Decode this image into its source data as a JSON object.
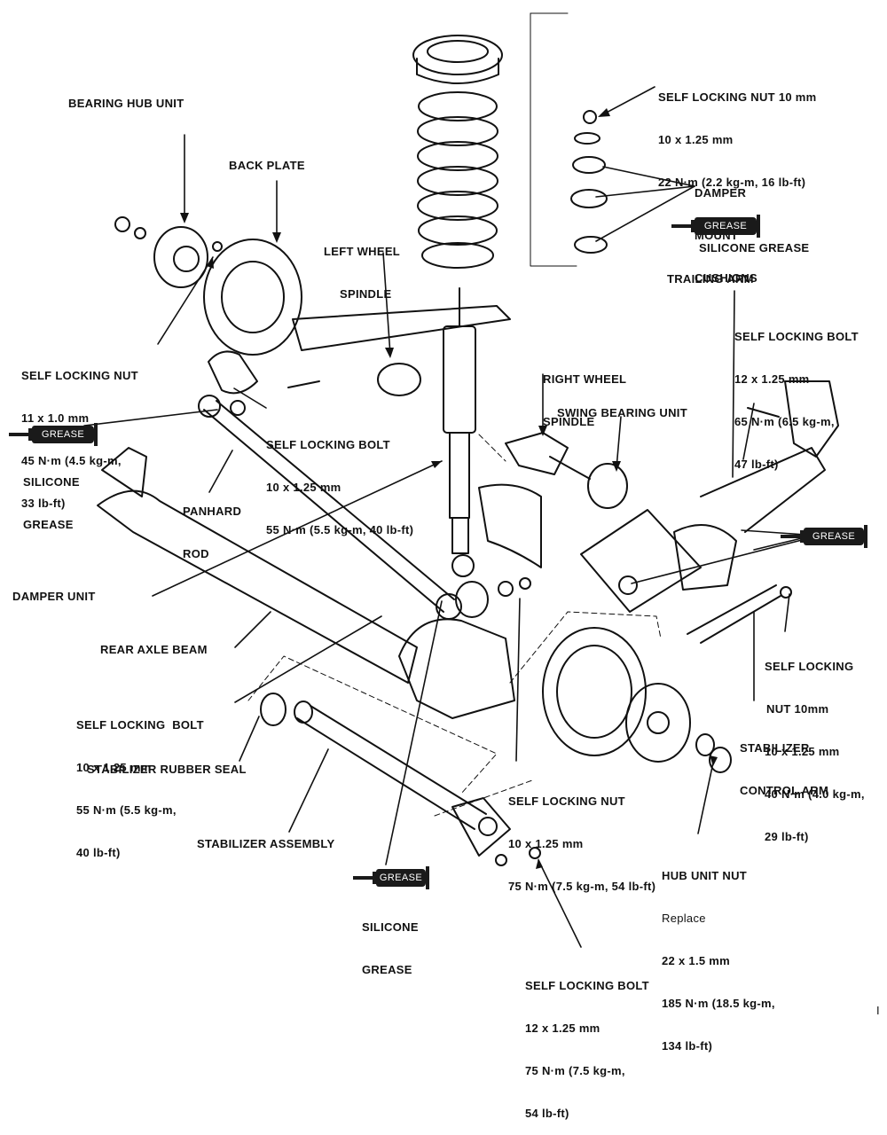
{
  "labels": {
    "bearing_hub_unit": "BEARING HUB UNIT",
    "back_plate": "BACK PLATE",
    "left_wheel_spindle": [
      "LEFT WHEEL",
      "SPINDLE"
    ],
    "self_locking_nut_10": [
      "SELF LOCKING NUT 10 mm",
      "10 x 1.25 mm",
      "22 N·m (2.2 kg-m, 16 lb-ft)"
    ],
    "damper_mount_cushions": [
      "DAMPER",
      "MOUNT",
      "CUSHIONS"
    ],
    "silicone_grease_top_right": "SILICONE GREASE",
    "trailing_arm": "TRAILING ARM",
    "self_locking_bolt_12_upper": [
      "SELF LOCKING BOLT",
      "12 x 1.25 mm",
      "65 N·m (6.5 kg-m,",
      "47 lb-ft)"
    ],
    "self_locking_nut_11": [
      "SELF LOCKING NUT",
      "11 x 1.0 mm",
      "45 N·m (4.5 kg-m,",
      "33 lb-ft)"
    ],
    "right_wheel_spindle": [
      "RIGHT WHEEL",
      "SPINDLE"
    ],
    "swing_bearing_unit": "SWING BEARING UNIT",
    "self_locking_bolt_10_mid": [
      "SELF LOCKING BOLT",
      "10 x 1.25 mm",
      "55 N·m (5.5 kg-m, 40 lb-ft)"
    ],
    "silicone_grease_left": [
      "SILICONE",
      "GREASE"
    ],
    "panhard_rod": [
      "PANHARD",
      "ROD"
    ],
    "damper_unit": "DAMPER UNIT",
    "rear_axle_beam": "REAR AXLE BEAM",
    "self_locking_nut_10mm_right": [
      "SELF LOCKING",
      "NUT 10mm",
      "10 x 1.25 mm",
      "40 N·m (4.0 kg-m,",
      "29 lb-ft)"
    ],
    "stabilizer_control_arm": [
      "STABILIZER",
      "CONTROL ARM"
    ],
    "self_locking_bolt_10_lower": [
      "SELF LOCKING  BOLT",
      "10 x 1.25 mm",
      "55 N·m (5.5 kg-m,",
      "40 lb-ft)"
    ],
    "stabilizer_rubber_seal": "STABILIZER RUBBER SEAL",
    "self_locking_nut_10_lower": [
      "SELF LOCKING NUT",
      "10 x 1.25 mm",
      "75 N·m (7.5 kg-m, 54 lb-ft)"
    ],
    "stabilizer_assembly": "STABILIZER ASSEMBLY",
    "hub_unit_nut": [
      "HUB UNIT NUT",
      "Replace",
      "22 x 1.5 mm",
      "185 N·m (18.5 kg-m,",
      "134 lb-ft)"
    ],
    "silicone_grease_bottom": [
      "SILICONE",
      "GREASE"
    ],
    "self_locking_bolt_12_bottom": [
      "SELF LOCKING BOLT",
      "12 x 1.25 mm",
      "75 N·m (7.5 kg-m,",
      "54 lb-ft)"
    ],
    "corner_mark": "I"
  },
  "grease_tube_text": "GREASE"
}
